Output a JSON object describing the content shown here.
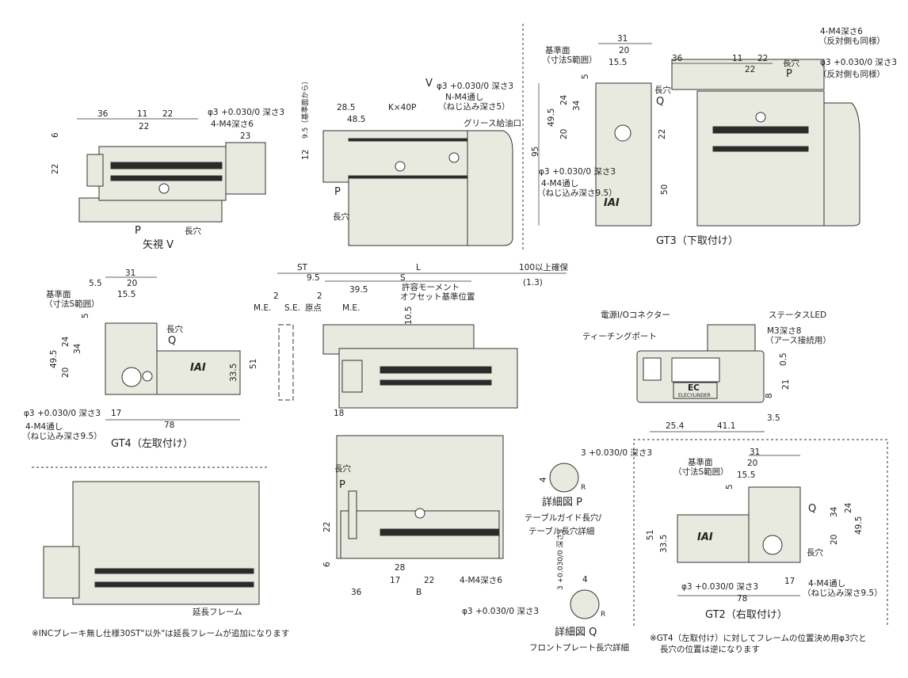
{
  "view_v": {
    "d36": "36",
    "d11": "11",
    "d22a": "22",
    "d22b": "22",
    "hole": "φ3 +0.030/0 深さ3",
    "tap": "4-M4深さ6",
    "d23": "23",
    "d6": "6",
    "d22c": "22",
    "p": "P",
    "slot": "長穴",
    "title": "矢視 V"
  },
  "side_top": {
    "d95": "9.5（基準面から）",
    "d285": "28.5",
    "kp": "K×40P",
    "d485": "48.5",
    "v": "V",
    "hole": "φ3 +0.030/0 深さ3",
    "tap1": "N-M4通し",
    "tap2": "（ねじ込み深さ5）",
    "grease": "グリース給油口",
    "d12": "12",
    "p": "P",
    "slot": "長穴"
  },
  "gt3": {
    "ref1": "基準面",
    "ref2": "（寸法S範囲）",
    "d31": "31",
    "d20": "20",
    "d155": "15.5",
    "d5": "5",
    "slot": "長穴",
    "q": "Q",
    "d495": "49.5",
    "d24": "24",
    "d34": "34",
    "d20b": "20",
    "d22": "22",
    "d95": "95",
    "d50": "50",
    "hole": "φ3 +0.030/0 深さ3",
    "tap1": "4-M4通し",
    "tap2": "（ねじ込み深さ9.5）",
    "title": "GT3（下取付け）",
    "d36": "36",
    "d11": "11",
    "d22c": "22",
    "d22d": "22",
    "slot2": "長穴",
    "p": "P",
    "tap3": "4-M4深さ6",
    "opp1": "（反対側も同様）",
    "hole2": "φ3 +0.030/0 深さ3",
    "opp2": "（反対側も同様）"
  },
  "main": {
    "st": "ST",
    "l": "L",
    "clear": "100以上確保",
    "d95": "9.5",
    "s": "S",
    "d13": "(1.3)",
    "d395": "39.5",
    "mom1": "許容モーメント",
    "mom2": "オフセット基準位置",
    "d2a": "2",
    "d2b": "2",
    "me1": "M.E.",
    "se": "S.E.",
    "origin": "原点",
    "me2": "M.E.",
    "d105": "10.5",
    "d18": "18"
  },
  "gt4": {
    "d31": "31",
    "d55": "5.5",
    "d20": "20",
    "d155": "15.5",
    "ref1": "基準面",
    "ref2": "（寸法S範囲）",
    "d5": "5",
    "slot": "長穴",
    "q": "Q",
    "d24": "24",
    "d34": "34",
    "d495": "49.5",
    "d20b": "20",
    "d335": "33.5",
    "d51": "51",
    "hole": "φ3 +0.030/0 深さ3",
    "d17": "17",
    "tap1": "4-M4通し",
    "tap2": "（ねじ込み深さ9.5）",
    "d78": "78",
    "title": "GT4（左取付け）"
  },
  "controller": {
    "power": "電源I/Oコネクター",
    "led": "ステータスLED",
    "m3": "M3深さ8",
    "earth": "（アース接続用）",
    "teach": "ティーチングポート",
    "d05": "0.5",
    "d21": "21",
    "d8": "8",
    "d254": "25.4",
    "d411": "41.1",
    "d35": "3.5",
    "logo": "EC",
    "brand": "ELECYLINDER"
  },
  "bottom": {
    "slot": "長穴",
    "p": "P",
    "d22": "22",
    "d6": "6",
    "d28": "28",
    "d17": "17",
    "d22b": "22",
    "tap": "4-M4深さ6",
    "d36": "36",
    "b": "B",
    "hole": "φ3 +0.030/0 深さ3",
    "ext": "延長フレーム",
    "note": "※INCブレーキ無し仕様30ST\"以外\"は延長フレームが追加になります"
  },
  "detail": {
    "p_dim": "3 +0.030/0 深さ3",
    "p_4": "4",
    "p_r": "R",
    "p_title": "詳細図 P",
    "p_sub1": "テーブルガイド長穴/",
    "p_sub2": "テーブル長穴詳細",
    "q_dim": "3 +0.030/0 深さ3",
    "q_4": "4",
    "q_r": "R",
    "q_title": "詳細図 Q",
    "q_sub": "フロントプレート長穴詳細"
  },
  "gt2": {
    "d31": "31",
    "d20": "20",
    "d155": "15.5",
    "ref1": "基準面",
    "ref2": "（寸法S範囲）",
    "d5": "5",
    "q": "Q",
    "d34": "34",
    "d24": "24",
    "d495": "49.5",
    "d20b": "20",
    "d51": "51",
    "d335": "33.5",
    "slot": "長穴",
    "hole": "φ3 +0.030/0 深さ3",
    "d17": "17",
    "tap1": "4-M4通し",
    "tap2": "（ねじ込み深さ9.5）",
    "d78": "78",
    "title": "GT2（右取付け）",
    "note1": "※GT4（左取付け）に対してフレームの位置決め用φ3穴と",
    "note2": "長穴の位置は逆になります"
  },
  "logo_text": "IAI",
  "colors": {
    "body": "#e8eadf",
    "line": "#333333",
    "dark": "#2a2a2a"
  }
}
